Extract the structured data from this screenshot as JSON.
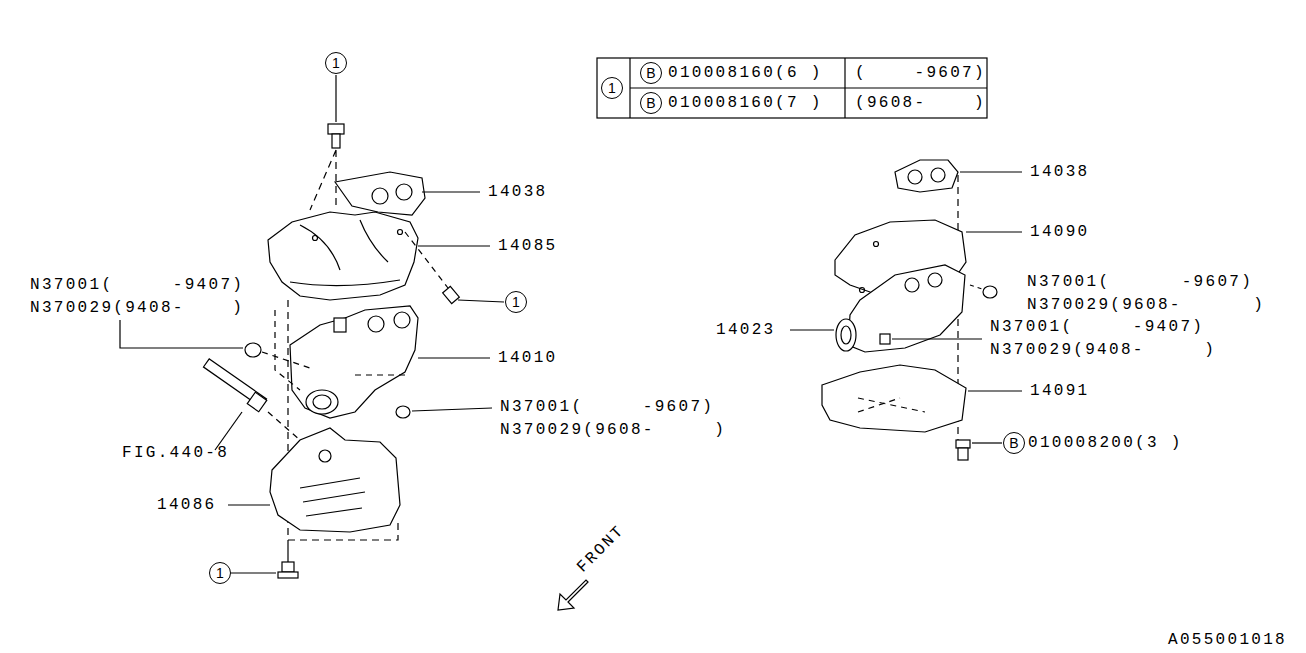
{
  "diagram": {
    "nodes": [
      {
        "text": [
          "1"
        ]
      },
      {
        "text": [
          "B"
        ]
      },
      {
        "text": [
          "1"
        ]
      },
      {
        "text": [
          "B"
        ]
      },
      {
        "text": [
          "1"
        ]
      },
      {
        "text": [
          "B"
        ]
      },
      {
        "text": [
          "1"
        ]
      }
    ],
    "labels": [
      "010008160(6 )",
      "(    -9607)",
      "010008160(7 )",
      "(9608-    )",
      "14038",
      "14085",
      "N37001(     -9407)",
      "N370029(9408-    )",
      "14010",
      "N37001(     -9607)",
      "N370029(9608-     )",
      "FIG.440-8",
      "14086",
      "FRONT",
      "14038",
      "14090",
      "N37001(      -9607)",
      "N370029(9608-      )",
      "14023",
      "N37001(     -9407)",
      "N370029(9408-     )",
      "14091",
      "010008200(3 )",
      "A055001018"
    ]
  }
}
